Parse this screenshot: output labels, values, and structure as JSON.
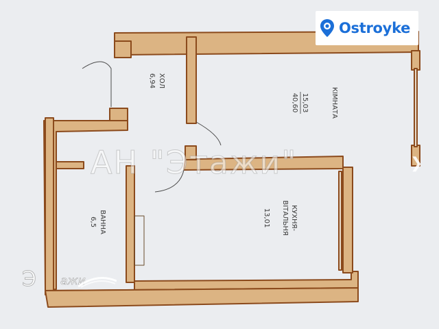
{
  "logo": {
    "brand": "Ostroyke"
  },
  "watermark": {
    "text": "АН \"Этажи\""
  },
  "corner_logo": {
    "big": "Э",
    "small": "ажи"
  },
  "rooms": {
    "hall": {
      "name": "ХОЛ",
      "area": "6,94"
    },
    "room": {
      "name": "КІМНАТА",
      "area": "15,03",
      "area2": "40,60"
    },
    "kitchen": {
      "name_line1": "КУХНЯ-",
      "name_line2": "ВІТАЛЬНЯ",
      "area": "13,01"
    },
    "bath": {
      "name": "ВАННА",
      "area": "6,5"
    }
  },
  "colors": {
    "wall_fill": "#dcb483",
    "wall_stroke": "#8b4a1c",
    "brand_blue": "#1b6fd8"
  },
  "icons": {
    "next": "chevron-right-icon"
  }
}
